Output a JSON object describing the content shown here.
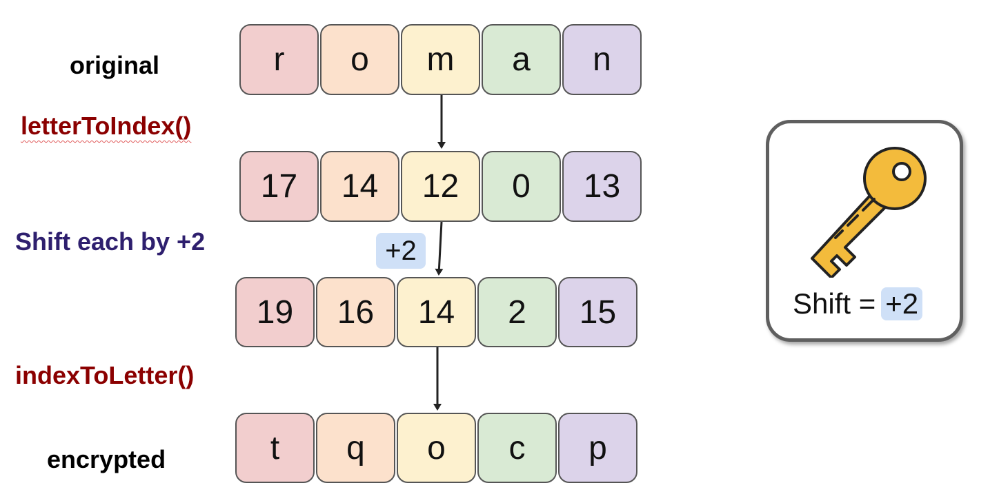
{
  "labels": {
    "original": "original",
    "letter_to_index": "letterToIndex()",
    "shift_each": "Shift each by +2",
    "index_to_letter": "indexToLetter()",
    "encrypted": "encrypted"
  },
  "rows": {
    "original": [
      "r",
      "o",
      "m",
      "a",
      "n"
    ],
    "indices": [
      "17",
      "14",
      "12",
      "0",
      "13"
    ],
    "shifted": [
      "19",
      "16",
      "14",
      "2",
      "15"
    ],
    "encrypted": [
      "t",
      "q",
      "o",
      "c",
      "p"
    ]
  },
  "cell_colors": [
    "#f2cece",
    "#fce1cc",
    "#fdf1cf",
    "#d9ead4",
    "#dcd3ea"
  ],
  "shift_badge": "+2",
  "key_card": {
    "icon": "key-icon",
    "shift_label": "Shift =",
    "shift_value": "+2"
  }
}
